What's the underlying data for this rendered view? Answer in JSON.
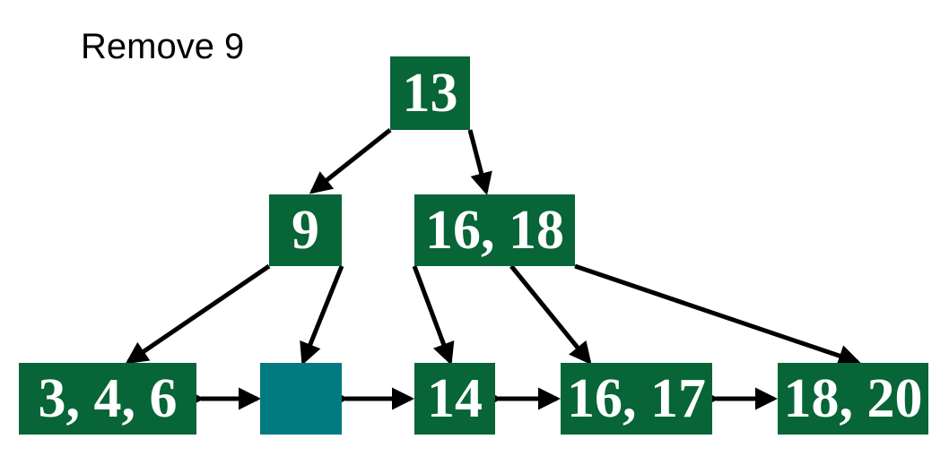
{
  "caption": "Remove 9",
  "colors": {
    "node_fill": "#076537",
    "empty_node_fill": "#007B7F",
    "node_text": "#FFFFFF",
    "edge": "#000000"
  },
  "tree": {
    "root": {
      "label": "13"
    },
    "internal": [
      {
        "label": "9"
      },
      {
        "label": "16, 18"
      }
    ],
    "leaves": [
      {
        "label": "3, 4, 6"
      },
      {
        "label": ""
      },
      {
        "label": "14"
      },
      {
        "label": "16, 17"
      },
      {
        "label": "18, 20"
      }
    ]
  }
}
